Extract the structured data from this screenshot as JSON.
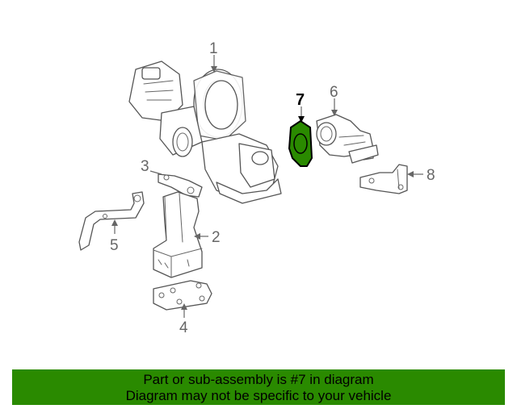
{
  "callouts": {
    "c1": "1",
    "c2": "2",
    "c3": "3",
    "c4": "4",
    "c5": "5",
    "c6": "6",
    "c7": "7",
    "c8": "8"
  },
  "highlight_color": "#2a8a00",
  "banner": {
    "line1": "Part or sub-assembly is #7 in diagram",
    "line2": "Diagram may not be specific to your vehicle"
  }
}
